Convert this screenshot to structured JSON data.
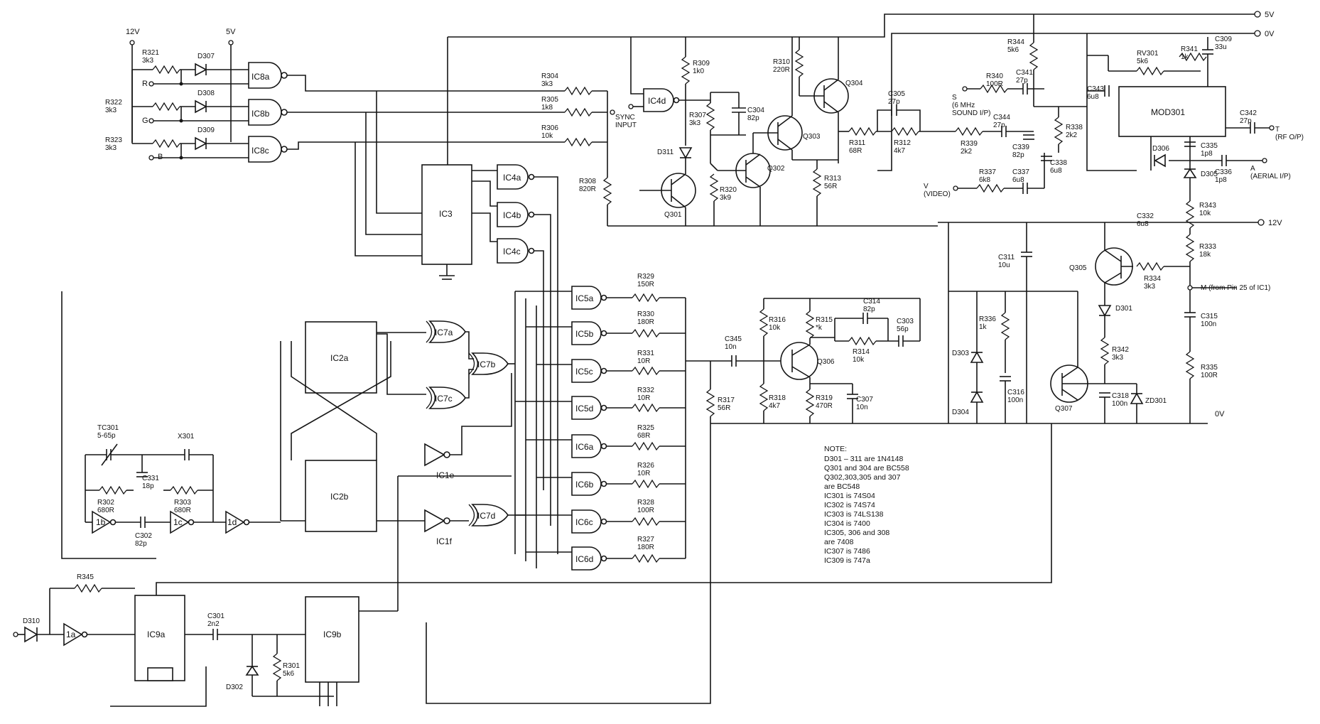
{
  "supply": {
    "v12": "12V",
    "v5": "5V",
    "out_5v": "5V",
    "out_0v": "0V",
    "out_12v": "12V",
    "ground": "0V"
  },
  "inputs": {
    "r": "R",
    "g": "G",
    "b": "B",
    "sync": "SYNC\nINPUT",
    "sound": "S\n(6 MHz\nSOUND I/P)",
    "video": "V\n(VIDEO)",
    "aerial": "A\n(AERIAL I/P)",
    "rf": "T\n(RF O/P)",
    "m": "M (from Pin 25 of IC1)"
  },
  "ics": {
    "ic8a": "IC8a",
    "ic8b": "IC8b",
    "ic8c": "IC8c",
    "ic3": "IC3",
    "ic4a": "IC4a",
    "ic4b": "IC4b",
    "ic4c": "IC4c",
    "ic4d": "IC4d",
    "ic5a": "IC5a",
    "ic5b": "IC5b",
    "ic5c": "IC5c",
    "ic5d": "IC5d",
    "ic6a": "IC6a",
    "ic6b": "IC6b",
    "ic6c": "IC6c",
    "ic6d": "IC6d",
    "ic7a": "IC7a",
    "ic7b": "IC7b",
    "ic7c": "IC7c",
    "ic7d": "IC7d",
    "ic2a": "IC2a",
    "ic2b": "IC2b",
    "ic1e": "IC1e",
    "ic1f": "IC1f",
    "g1b": "1b",
    "g1c": "1c",
    "g1d": "1d",
    "g1a": "1a",
    "ic9a": "IC9a",
    "ic9b": "IC9b",
    "mod301": "MOD301"
  },
  "transistors": {
    "q301": "Q301",
    "q302": "Q302",
    "q303": "Q303",
    "q304": "Q304",
    "q305": "Q305",
    "q306": "Q306",
    "q307": "Q307"
  },
  "diodes": {
    "d307": "D307",
    "d308": "D308",
    "d309": "D309",
    "d311": "D311",
    "d306": "D306",
    "d305": "D305",
    "d301": "D301",
    "d303": "D303",
    "d304": "D304",
    "d302": "D302",
    "d310": "D310",
    "zd301": "ZD301"
  },
  "resistors": {
    "r321": "R321\n3k3",
    "r322": "R322\n3k3",
    "r323": "R323\n3k3",
    "r304": "R304\n3k3",
    "r305": "R305\n1k8",
    "r306": "R306\n10k",
    "r308": "R308\n820R",
    "r309": "R309\n1k0",
    "r307": "R307\n3k3",
    "r320": "R320\n3k9",
    "r310": "R310\n220R",
    "r311": "R311\n68R",
    "r312": "R312\n4k7",
    "r313": "R313\n56R",
    "r340": "R340\n100R",
    "r344": "R344\n5k6",
    "r341": "R341\n1k",
    "rv301": "RV301\n5k6",
    "r339": "R339\n2k2",
    "r338": "R338\n2k2",
    "r337": "R337\n6k8",
    "r343": "R343\n10k",
    "r333": "R333\n18k",
    "r334": "R334\n3k3",
    "r335": "R335\n100R",
    "r336": "R336\n1k",
    "r342": "R342\n3k3",
    "r329": "R329\n150R",
    "r330": "R330\n180R",
    "r331": "R331\n10R",
    "r332": "R332\n10R",
    "r325": "R325\n68R",
    "r326": "R326\n10R",
    "r328": "R328\n100R",
    "r327": "R327\n180R",
    "r316": "R316\n10k",
    "r315": "R315\n*k",
    "r314": "R314\n10k",
    "r318": "R318\n4k7",
    "r319": "R319\n470R",
    "r317": "R317\n56R",
    "r302": "R302\n680R",
    "r303": "R303\n680R",
    "r345": "R345",
    "r301": "R301\n5k6"
  },
  "capacitors": {
    "c304": "C304\n82p",
    "c305": "C305\n27p",
    "c341": "C341\n27p",
    "c309": "C309\n33u",
    "c343": "C343\n6u8",
    "c342": "C342\n27p",
    "c335": "C335\n1p8",
    "c336": "C336\n1p8",
    "c344": "C344\n27p",
    "c339": "C339\n82p",
    "c338": "C338\n6u8",
    "c337": "C337\n6u8",
    "c332": "C332\n6u8",
    "c311": "C311\n10u",
    "c314": "C314\n82p",
    "c303": "C303\n56p",
    "c345": "C345\n10n",
    "c307": "C307\n10n",
    "c316": "C316\n100n",
    "c318": "C318\n100n",
    "c315": "C315\n100n",
    "tc301": "TC301\n5-65p",
    "c331": "C331\n18p",
    "c302": "C302\n82p",
    "x301": "X301",
    "c301": "C301\n2n2"
  },
  "note": {
    "title": "NOTE:",
    "lines": [
      "D301 – 311 are 1N4148",
      "Q301 and 304 are BC558",
      "Q302,303,305 and 307",
      "are BC548",
      "IC301 is 74S04",
      "IC302 is 74S74",
      "IC303 is 74LS138",
      "IC304 is 7400",
      "IC305, 306 and 308",
      "are 7408",
      "IC307 is 7486",
      "IC309 is 747a"
    ]
  }
}
